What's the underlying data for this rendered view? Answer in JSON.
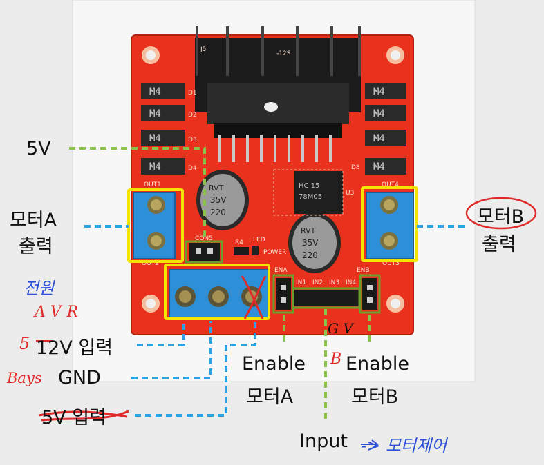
{
  "board": {
    "chips": [
      "M4",
      "M4",
      "M4",
      "M4",
      "M4",
      "M4",
      "M4",
      "M4"
    ],
    "diode_labels": [
      "D1",
      "D2",
      "D3",
      "D4",
      "D8"
    ],
    "capacitor_top_text": "RVT",
    "capacitor_volt": "35V",
    "capacitor_value": "220",
    "silk": {
      "out1": "OUT1",
      "out2": "OUT2",
      "out3": "OUT3",
      "out4": "OUT4",
      "con5": "CON5",
      "r4": "R4",
      "led": "LED",
      "power": "POWER",
      "ena": "ENA",
      "enb": "ENB",
      "in1": "IN1",
      "in2": "IN2",
      "in3": "IN3",
      "in4": "IN4",
      "u3": "U3",
      "regulator_line1": "HC 15",
      "regulator_line2": "78M05",
      "heatsink": "-12S",
      "j5": "J5"
    }
  },
  "labels": {
    "v5": "5V",
    "motor_a_out_1": "모터A",
    "motor_a_out_2": "출력",
    "motor_b_out_1": "모터B",
    "motor_b_out_2": "출력",
    "v12_in": "12V 입력",
    "gnd": "GND",
    "v5_in": "5V 입력",
    "enable_a_1": "Enable",
    "enable_a_2": "모터A",
    "enable_b_1": "Enable",
    "enable_b_2": "모터B",
    "input": "Input"
  },
  "annotations": {
    "power_hand": "전원",
    "avr_hand": "AVR",
    "five_hand": "5",
    "ground_hand": "Bays",
    "gv_hand": "G V",
    "b_hand": "B",
    "input_hand": "-> 모터제어"
  },
  "colors": {
    "board_red": "#e8321e",
    "terminal_blue": "#2d8fd8",
    "highlight_yellow": "#f5e400",
    "dash_green": "#8bc34a",
    "dash_blue": "#2ba3e3",
    "hand_red": "#e02a2a",
    "hand_blue": "#2b4fd6"
  }
}
